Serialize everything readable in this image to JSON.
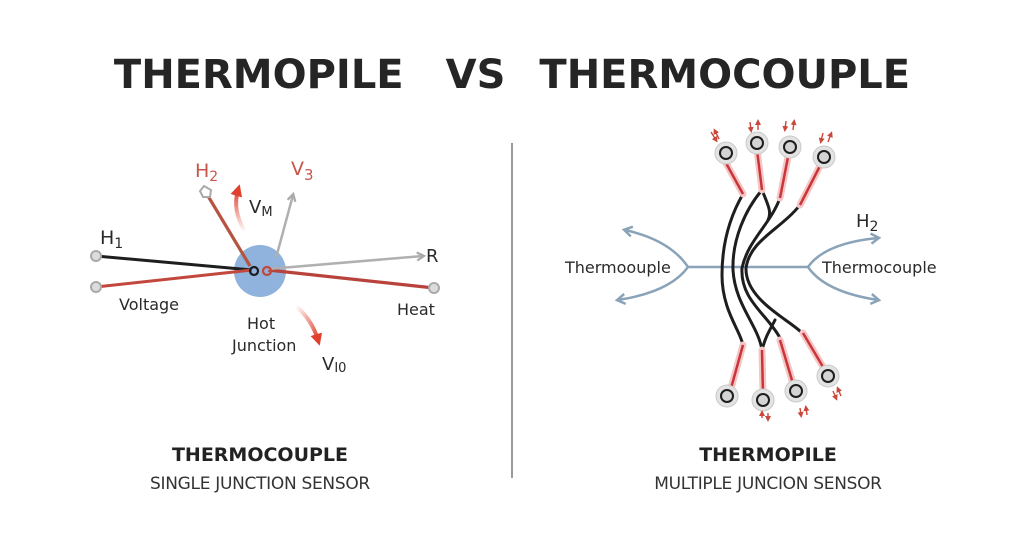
{
  "title": {
    "left": "THERMOPILE",
    "vs": "VS",
    "right": "THERMOCOUPLE"
  },
  "left_panel": {
    "labels": {
      "h1": "H",
      "h1_sub": "1",
      "h2": "H",
      "h2_sub": "2",
      "vm": "V",
      "vm_sub": "M",
      "v3": "V",
      "v3_sub": "3",
      "r": "R",
      "voltage": "Voltage",
      "heat": "Heat",
      "hot": "Hot",
      "junction": "Junction",
      "vi0": "V",
      "vi0_sub": "I0"
    },
    "caption_title": "THERMOCOUPLE",
    "caption_sub": "SINGLE JUNCTION SENSOR"
  },
  "right_panel": {
    "labels": {
      "left_label": "Thermoouple",
      "right_label": "Thermocouple",
      "h2": "H",
      "h2_sub": "2"
    },
    "caption_title": "THERMOPILE",
    "caption_sub": "MULTIPLE JUNCION SENSOR"
  },
  "colors": {
    "text": "#252525",
    "red": "#d9453a",
    "dark_red": "#b5473c",
    "black_wire": "#1e1e1e",
    "gray": "#a9a9a9",
    "blue_junction": "#8fb3dc",
    "steel_blue": "#8aa3b8",
    "pink": "#f2b8b8"
  }
}
